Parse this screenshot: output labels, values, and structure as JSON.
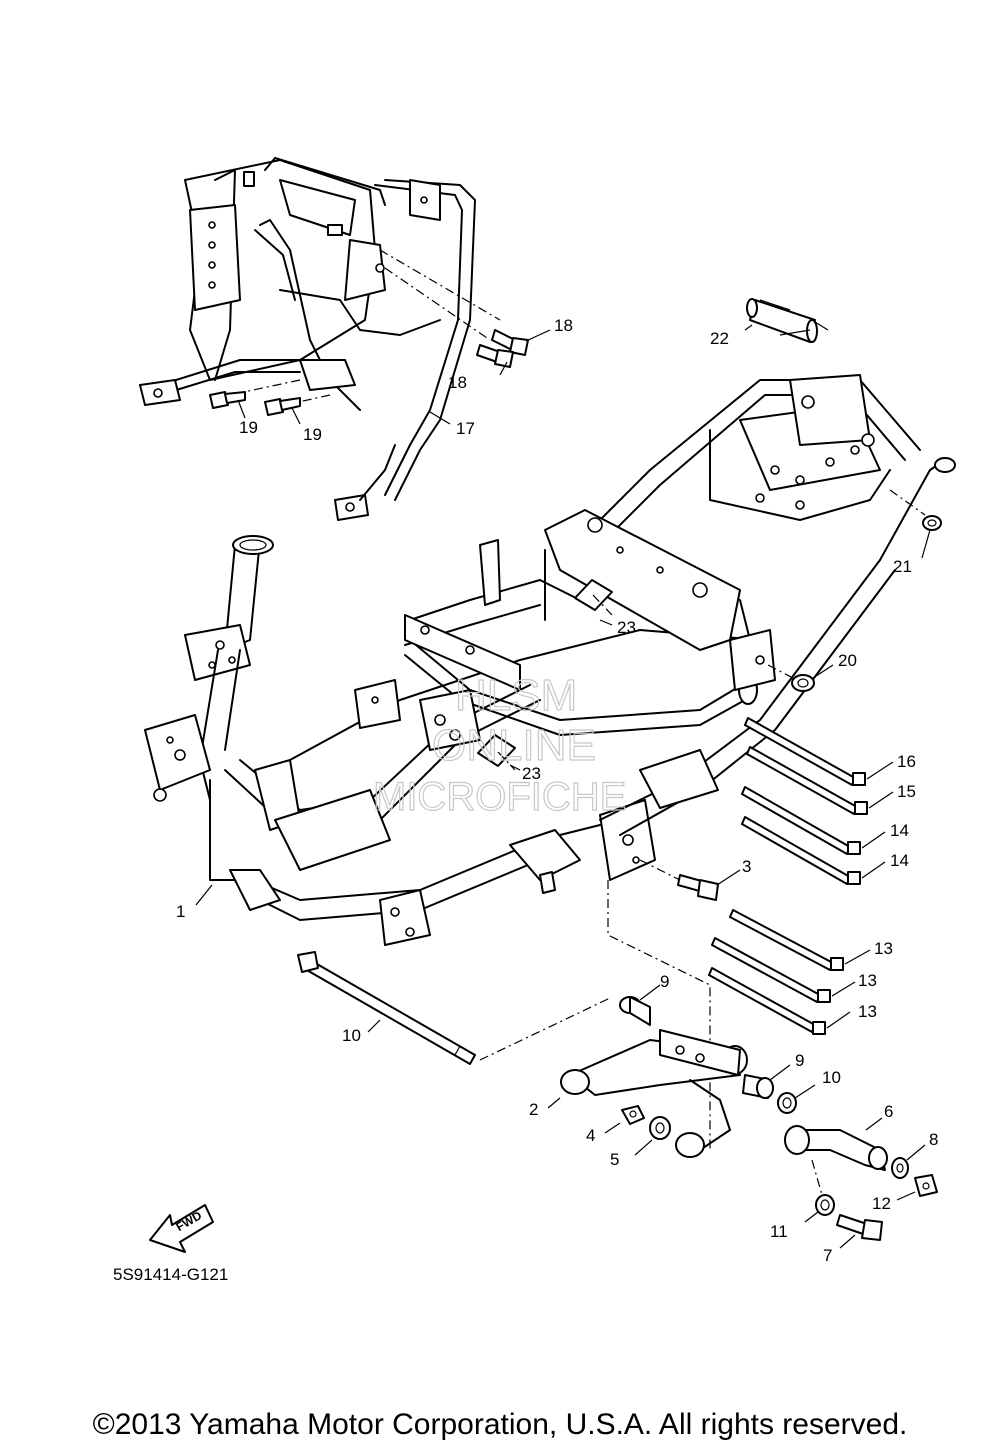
{
  "diagram": {
    "code": "5S91414-G121",
    "fwd_label": "FWD",
    "watermark": [
      "HLSM",
      "ONLINE",
      "MICROFICHE"
    ],
    "callouts": [
      "1",
      "2",
      "3",
      "4",
      "5",
      "6",
      "7",
      "8",
      "9",
      "9",
      "10",
      "10",
      "11",
      "12",
      "13",
      "13",
      "13",
      "14",
      "14",
      "15",
      "16",
      "17",
      "18",
      "18",
      "19",
      "19",
      "20",
      "21",
      "22",
      "23",
      "23"
    ]
  },
  "footer": {
    "copyright": "©2013 Yamaha Motor Corporation, U.S.A. All rights reserved."
  }
}
